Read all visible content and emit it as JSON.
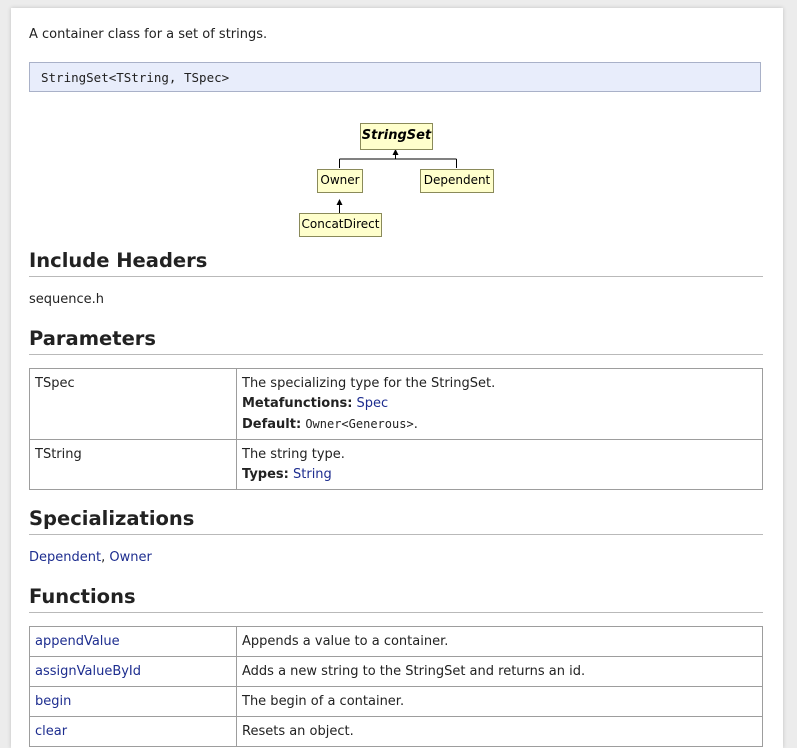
{
  "description": "A container class for a set of strings.",
  "signature": "StringSet<TString, TSpec>",
  "diagram": {
    "root": "StringSet",
    "children": [
      "Owner",
      "Dependent"
    ],
    "grandchild": "ConcatDirect"
  },
  "include_headers": {
    "title": "Include Headers",
    "file": "sequence.h"
  },
  "parameters": {
    "title": "Parameters",
    "rows": [
      {
        "name": "TSpec",
        "desc": "The specializing type for the StringSet.",
        "metafunctions_label": "Metafunctions:",
        "metafunctions_value": "Spec",
        "default_label": "Default:",
        "default_value": "Owner<Generous>",
        "default_suffix": "."
      },
      {
        "name": "TString",
        "desc": "The string type.",
        "types_label": "Types:",
        "types_value": "String"
      }
    ]
  },
  "specializations": {
    "title": "Specializations",
    "items": [
      "Dependent",
      "Owner"
    ],
    "separator": ", "
  },
  "functions": {
    "title": "Functions",
    "rows": [
      {
        "name": "appendValue",
        "desc": "Appends a value to a container."
      },
      {
        "name": "assignValueById",
        "desc": "Adds a new string to the StringSet and returns an id."
      },
      {
        "name": "begin",
        "desc": "The begin of a container."
      },
      {
        "name": "clear",
        "desc": "Resets an object."
      }
    ]
  }
}
